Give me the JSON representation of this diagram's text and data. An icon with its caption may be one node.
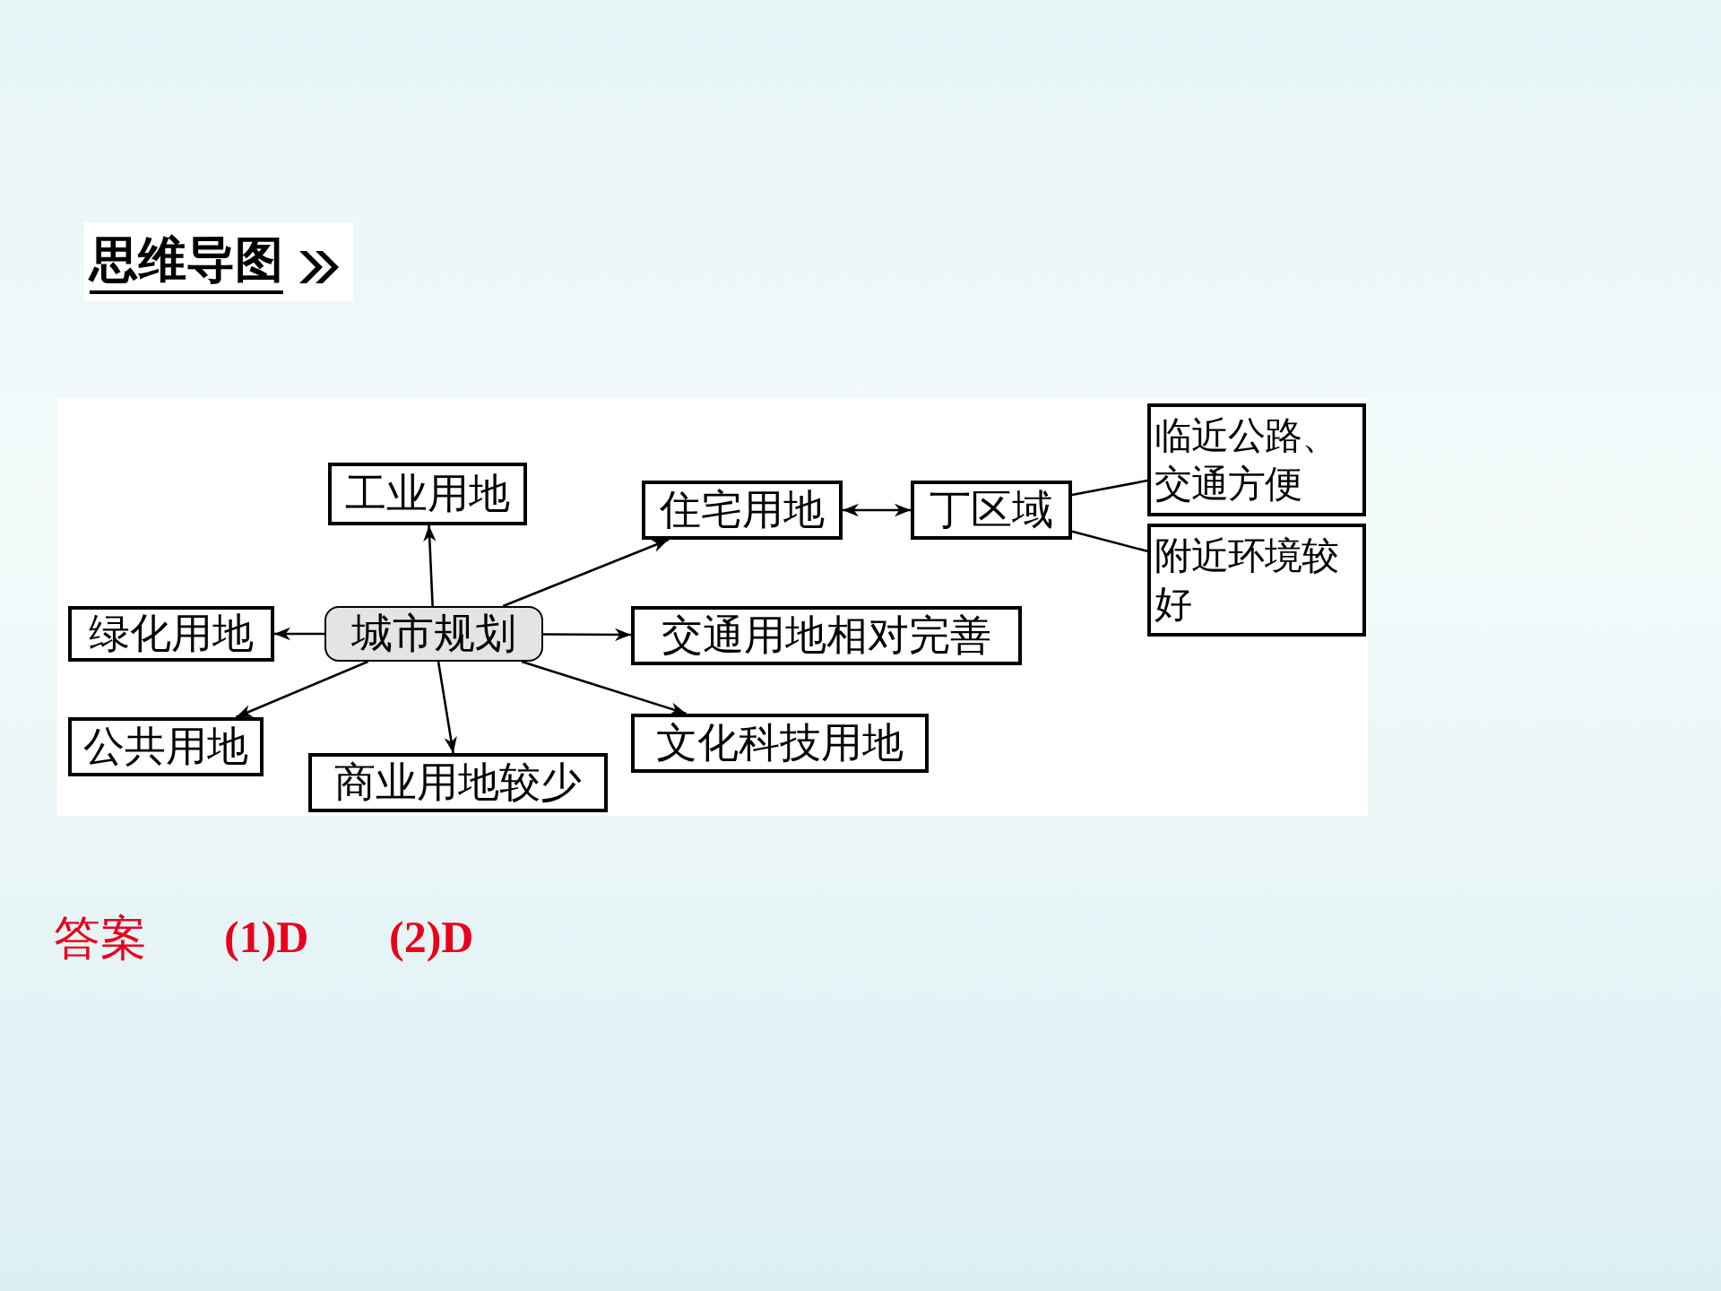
{
  "diagram": {
    "title": "思维导图",
    "nodes": [
      {
        "text": [
          "城市规划"
        ]
      },
      {
        "text": [
          "工业用地"
        ]
      },
      {
        "text": [
          "住宅用地"
        ]
      },
      {
        "text": [
          "丁区域"
        ]
      },
      {
        "text": [
          "临近公路、交通方便"
        ]
      },
      {
        "text": [
          "附近环境较好"
        ]
      },
      {
        "text": [
          "绿化用地"
        ]
      },
      {
        "text": [
          "交通用地相对完善"
        ]
      },
      {
        "text": [
          "公共用地"
        ]
      },
      {
        "text": [
          "商业用地较少"
        ]
      },
      {
        "text": [
          "文化科技用地"
        ]
      }
    ],
    "edges": [
      {
        "from": 0,
        "to": 1,
        "arrow": "to"
      },
      {
        "from": 0,
        "to": 2,
        "arrow": "to"
      },
      {
        "from": 2,
        "to": 3,
        "arrow": "both"
      },
      {
        "from": 3,
        "to": 4,
        "arrow": "none"
      },
      {
        "from": 3,
        "to": 5,
        "arrow": "none"
      },
      {
        "from": 0,
        "to": 6,
        "arrow": "to"
      },
      {
        "from": 0,
        "to": 7,
        "arrow": "to"
      },
      {
        "from": 0,
        "to": 8,
        "arrow": "to"
      },
      {
        "from": 0,
        "to": 9,
        "arrow": "to"
      },
      {
        "from": 0,
        "to": 10,
        "arrow": "to"
      }
    ],
    "labels": [
      "答案",
      "(1)D",
      "(2)D"
    ]
  }
}
